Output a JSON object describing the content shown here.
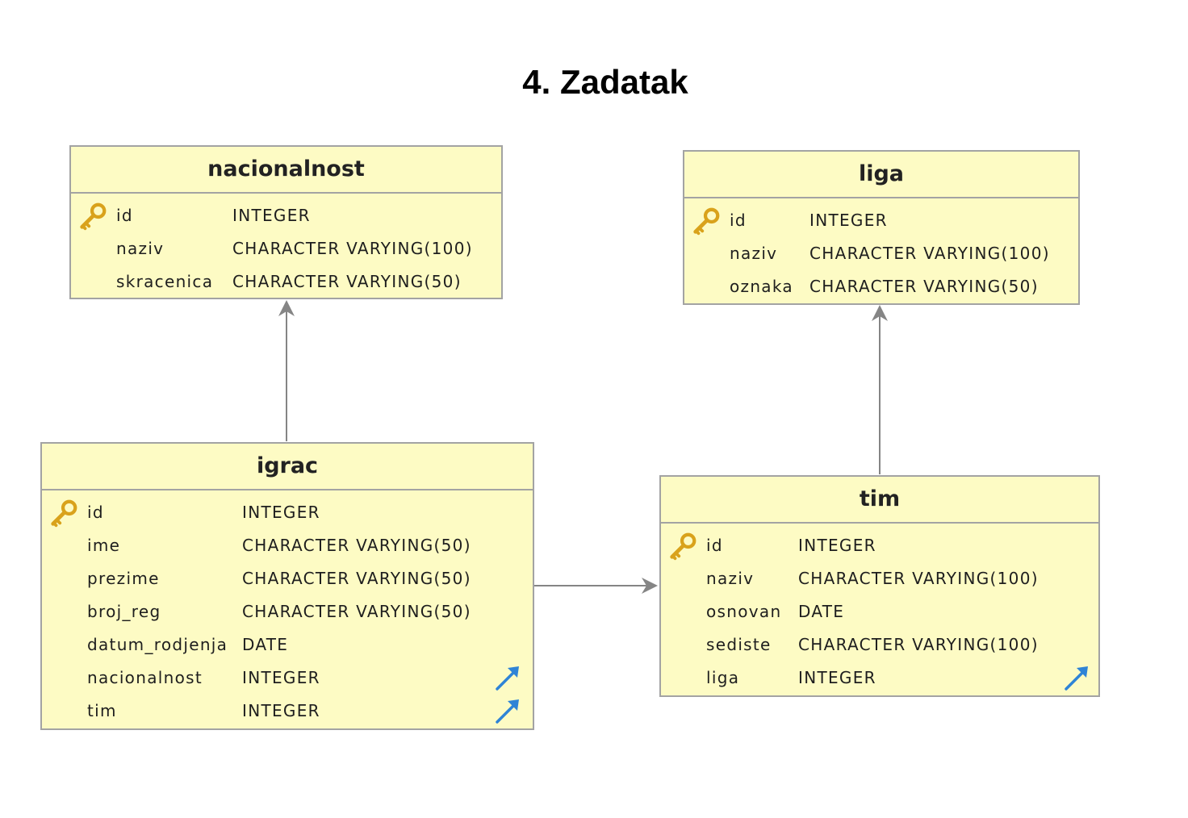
{
  "title": "4. Zadatak",
  "entities": {
    "nacionalnost": {
      "name": "nacionalnost",
      "columns": [
        {
          "name": "id",
          "type": "INTEGER",
          "pk": true,
          "fk": false
        },
        {
          "name": "naziv",
          "type": "CHARACTER VARYING(100)",
          "pk": false,
          "fk": false
        },
        {
          "name": "skracenica",
          "type": "CHARACTER VARYING(50)",
          "pk": false,
          "fk": false
        }
      ]
    },
    "liga": {
      "name": "liga",
      "columns": [
        {
          "name": "id",
          "type": "INTEGER",
          "pk": true,
          "fk": false
        },
        {
          "name": "naziv",
          "type": "CHARACTER VARYING(100)",
          "pk": false,
          "fk": false
        },
        {
          "name": "oznaka",
          "type": "CHARACTER VARYING(50)",
          "pk": false,
          "fk": false
        }
      ]
    },
    "igrac": {
      "name": "igrac",
      "columns": [
        {
          "name": "id",
          "type": "INTEGER",
          "pk": true,
          "fk": false
        },
        {
          "name": "ime",
          "type": "CHARACTER VARYING(50)",
          "pk": false,
          "fk": false
        },
        {
          "name": "prezime",
          "type": "CHARACTER VARYING(50)",
          "pk": false,
          "fk": false
        },
        {
          "name": "broj_reg",
          "type": "CHARACTER VARYING(50)",
          "pk": false,
          "fk": false
        },
        {
          "name": "datum_rodjenja",
          "type": "DATE",
          "pk": false,
          "fk": false
        },
        {
          "name": "nacionalnost",
          "type": "INTEGER",
          "pk": false,
          "fk": true
        },
        {
          "name": "tim",
          "type": "INTEGER",
          "pk": false,
          "fk": true
        }
      ]
    },
    "tim": {
      "name": "tim",
      "columns": [
        {
          "name": "id",
          "type": "INTEGER",
          "pk": true,
          "fk": false
        },
        {
          "name": "naziv",
          "type": "CHARACTER VARYING(100)",
          "pk": false,
          "fk": false
        },
        {
          "name": "osnovan",
          "type": "DATE",
          "pk": false,
          "fk": false
        },
        {
          "name": "sediste",
          "type": "CHARACTER VARYING(100)",
          "pk": false,
          "fk": false
        },
        {
          "name": "liga",
          "type": "INTEGER",
          "pk": false,
          "fk": true
        }
      ]
    }
  },
  "relations": [
    {
      "from": "igrac",
      "to": "nacionalnost"
    },
    {
      "from": "tim",
      "to": "liga"
    },
    {
      "from": "igrac",
      "to": "tim"
    }
  ],
  "colors": {
    "entity_fill": "#fdfbc4",
    "entity_border": "#a3a3a3",
    "connector": "#858585",
    "pk_icon": "#d9a21b",
    "fk_icon": "#2f84d6"
  },
  "icons": {
    "primary_key": "key-icon",
    "foreign_key": "fk-arrow-icon"
  }
}
